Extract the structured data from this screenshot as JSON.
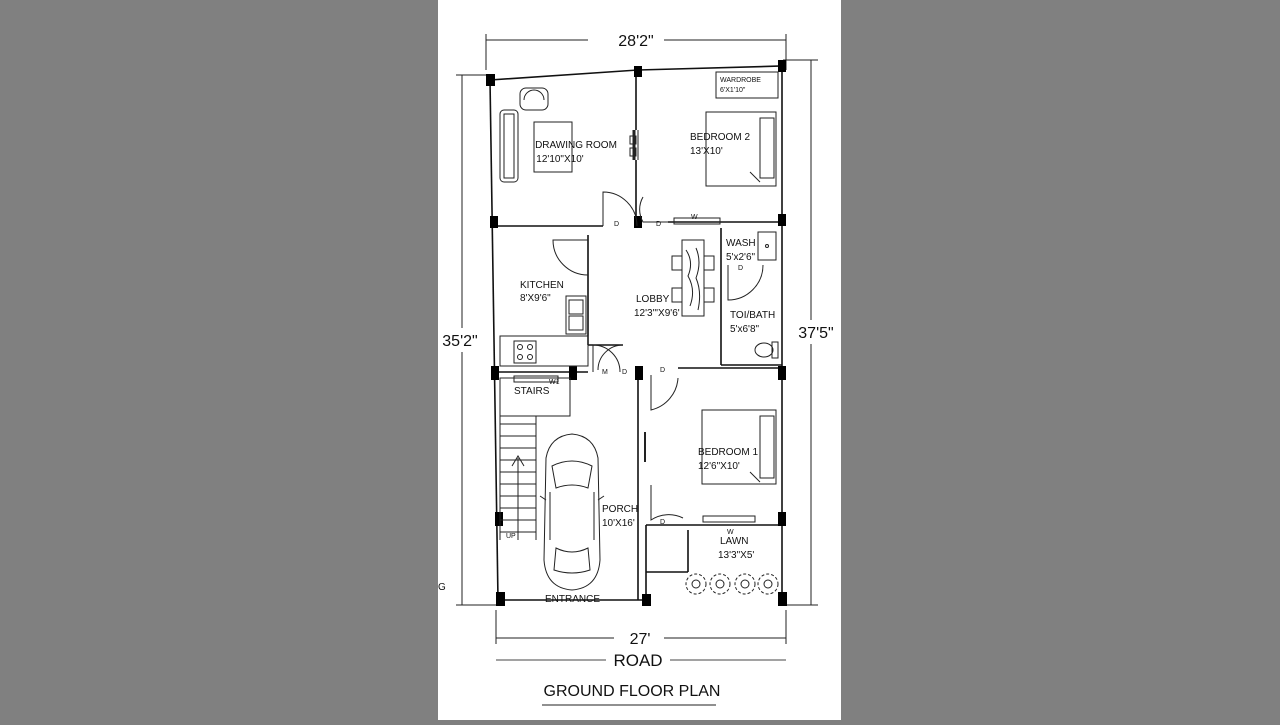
{
  "plan": {
    "title": "GROUND FLOOR PLAN",
    "road_label": "ROAD",
    "edge_fragment": "G",
    "dimensions": {
      "top": "28'2\"",
      "bottom": "27'",
      "left": "35'2\"",
      "right": "37'5\""
    },
    "rooms": {
      "drawing_room": {
        "name": "DRAWING ROOM",
        "size": "12'10\"X10'"
      },
      "bedroom_2": {
        "name": "BEDROOM 2",
        "size": "13'X10'"
      },
      "wardrobe": {
        "name": "WARDROBE",
        "size": "6'X1'10\""
      },
      "kitchen": {
        "name": "KITCHEN",
        "size": "8'X9'6\""
      },
      "lobby": {
        "name": "LOBBY",
        "size": "12'3\"'X9'6'"
      },
      "wash": {
        "name": "WASH",
        "size": "5'x2'6\""
      },
      "toilet_bath": {
        "name": "TOI/BATH",
        "size": "5'x6'8\""
      },
      "stairs": {
        "name": "STAIRS",
        "up": "UP"
      },
      "porch": {
        "name": "PORCH",
        "size": "10'X16'"
      },
      "bedroom_1": {
        "name": "BEDROOM 1",
        "size": "12'6\"X10'"
      },
      "lawn": {
        "name": "LAWN",
        "size": "13'3\"X5'"
      },
      "entrance": {
        "name": "ENTRANCE"
      }
    },
    "marks": {
      "door": "D",
      "window": "W",
      "window_1": "W1",
      "main_door": "M"
    }
  }
}
